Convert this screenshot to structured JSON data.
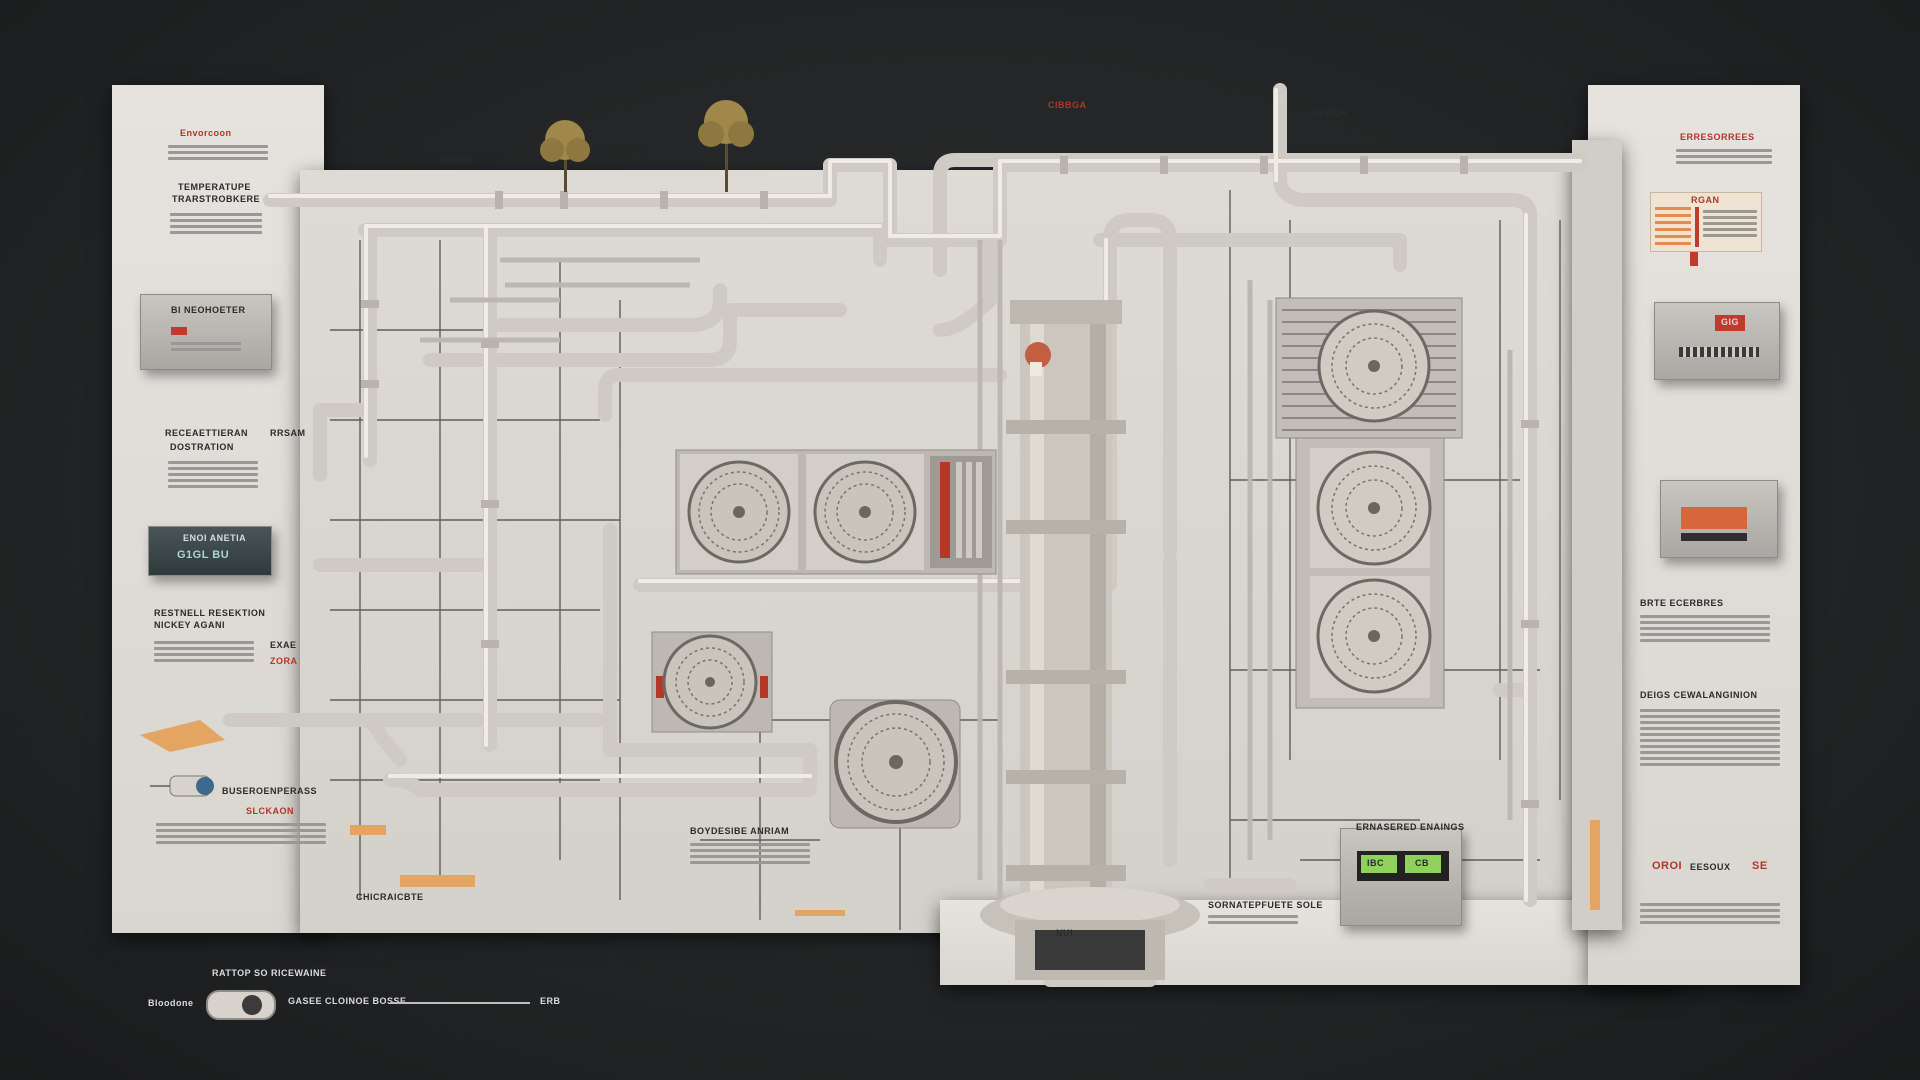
{
  "diagram": {
    "top_label": "ENVICH",
    "top_callout_left": "SIGNIA",
    "top_callout_right": "CIBBGA",
    "left_panel": {
      "header_1": "Envorcoon",
      "header_2": "TEMPERATUPE",
      "header_2b": "TRARSTROBKERE",
      "box_1": "BI NEOHOETER",
      "header_3": "RECEAETTIERAN",
      "header_3b": "DOSTRATION",
      "box_2_title": "ENOI ANETIA",
      "box_2_value": "G1GL BU",
      "header_4": "RESTNELL RESEKTION",
      "header_4b": "NICKEY AGANI",
      "small_tag_1": "EXAE",
      "small_tag_2": "ZORA",
      "mid_tag": "RRSAM",
      "bottom_label_1": "BUSEROENPERASS",
      "bottom_label_2": "SLCKAON",
      "bottom_label_3": "CHICRAICBTE"
    },
    "right_panel": {
      "header_1": "ERRESORREES",
      "table_title": "RGAN",
      "box_1_value": "GIG",
      "header_2": "BRTE ECERBRES",
      "header_3": "DEIGS CEWALANGINION",
      "footer_left": "OROI",
      "footer_mid": "EESOUX",
      "footer_right": "SE"
    },
    "center": {
      "column_tag": "NUI",
      "control_label": "ERNASERED ENAINGS",
      "control_display_1": "IBC",
      "control_display_2": "CB",
      "fan_note": "BOYDESIBE ANRIAM",
      "callout_bottom": "SORNATEPFUETE SOLE"
    },
    "legend": {
      "title": "RATTOP SO RICEWAINE",
      "left_label": "Bloodone",
      "mid_label": "GASEE CLOINOE BOSSE",
      "right_label": "ERB"
    },
    "colors": {
      "background": "#232526",
      "panel": "#dcd9d3",
      "pipe": "#cfcbc4",
      "accent_red": "#b2342a",
      "accent_orange": "#e4a462",
      "display_green": "#8fd15c"
    }
  }
}
